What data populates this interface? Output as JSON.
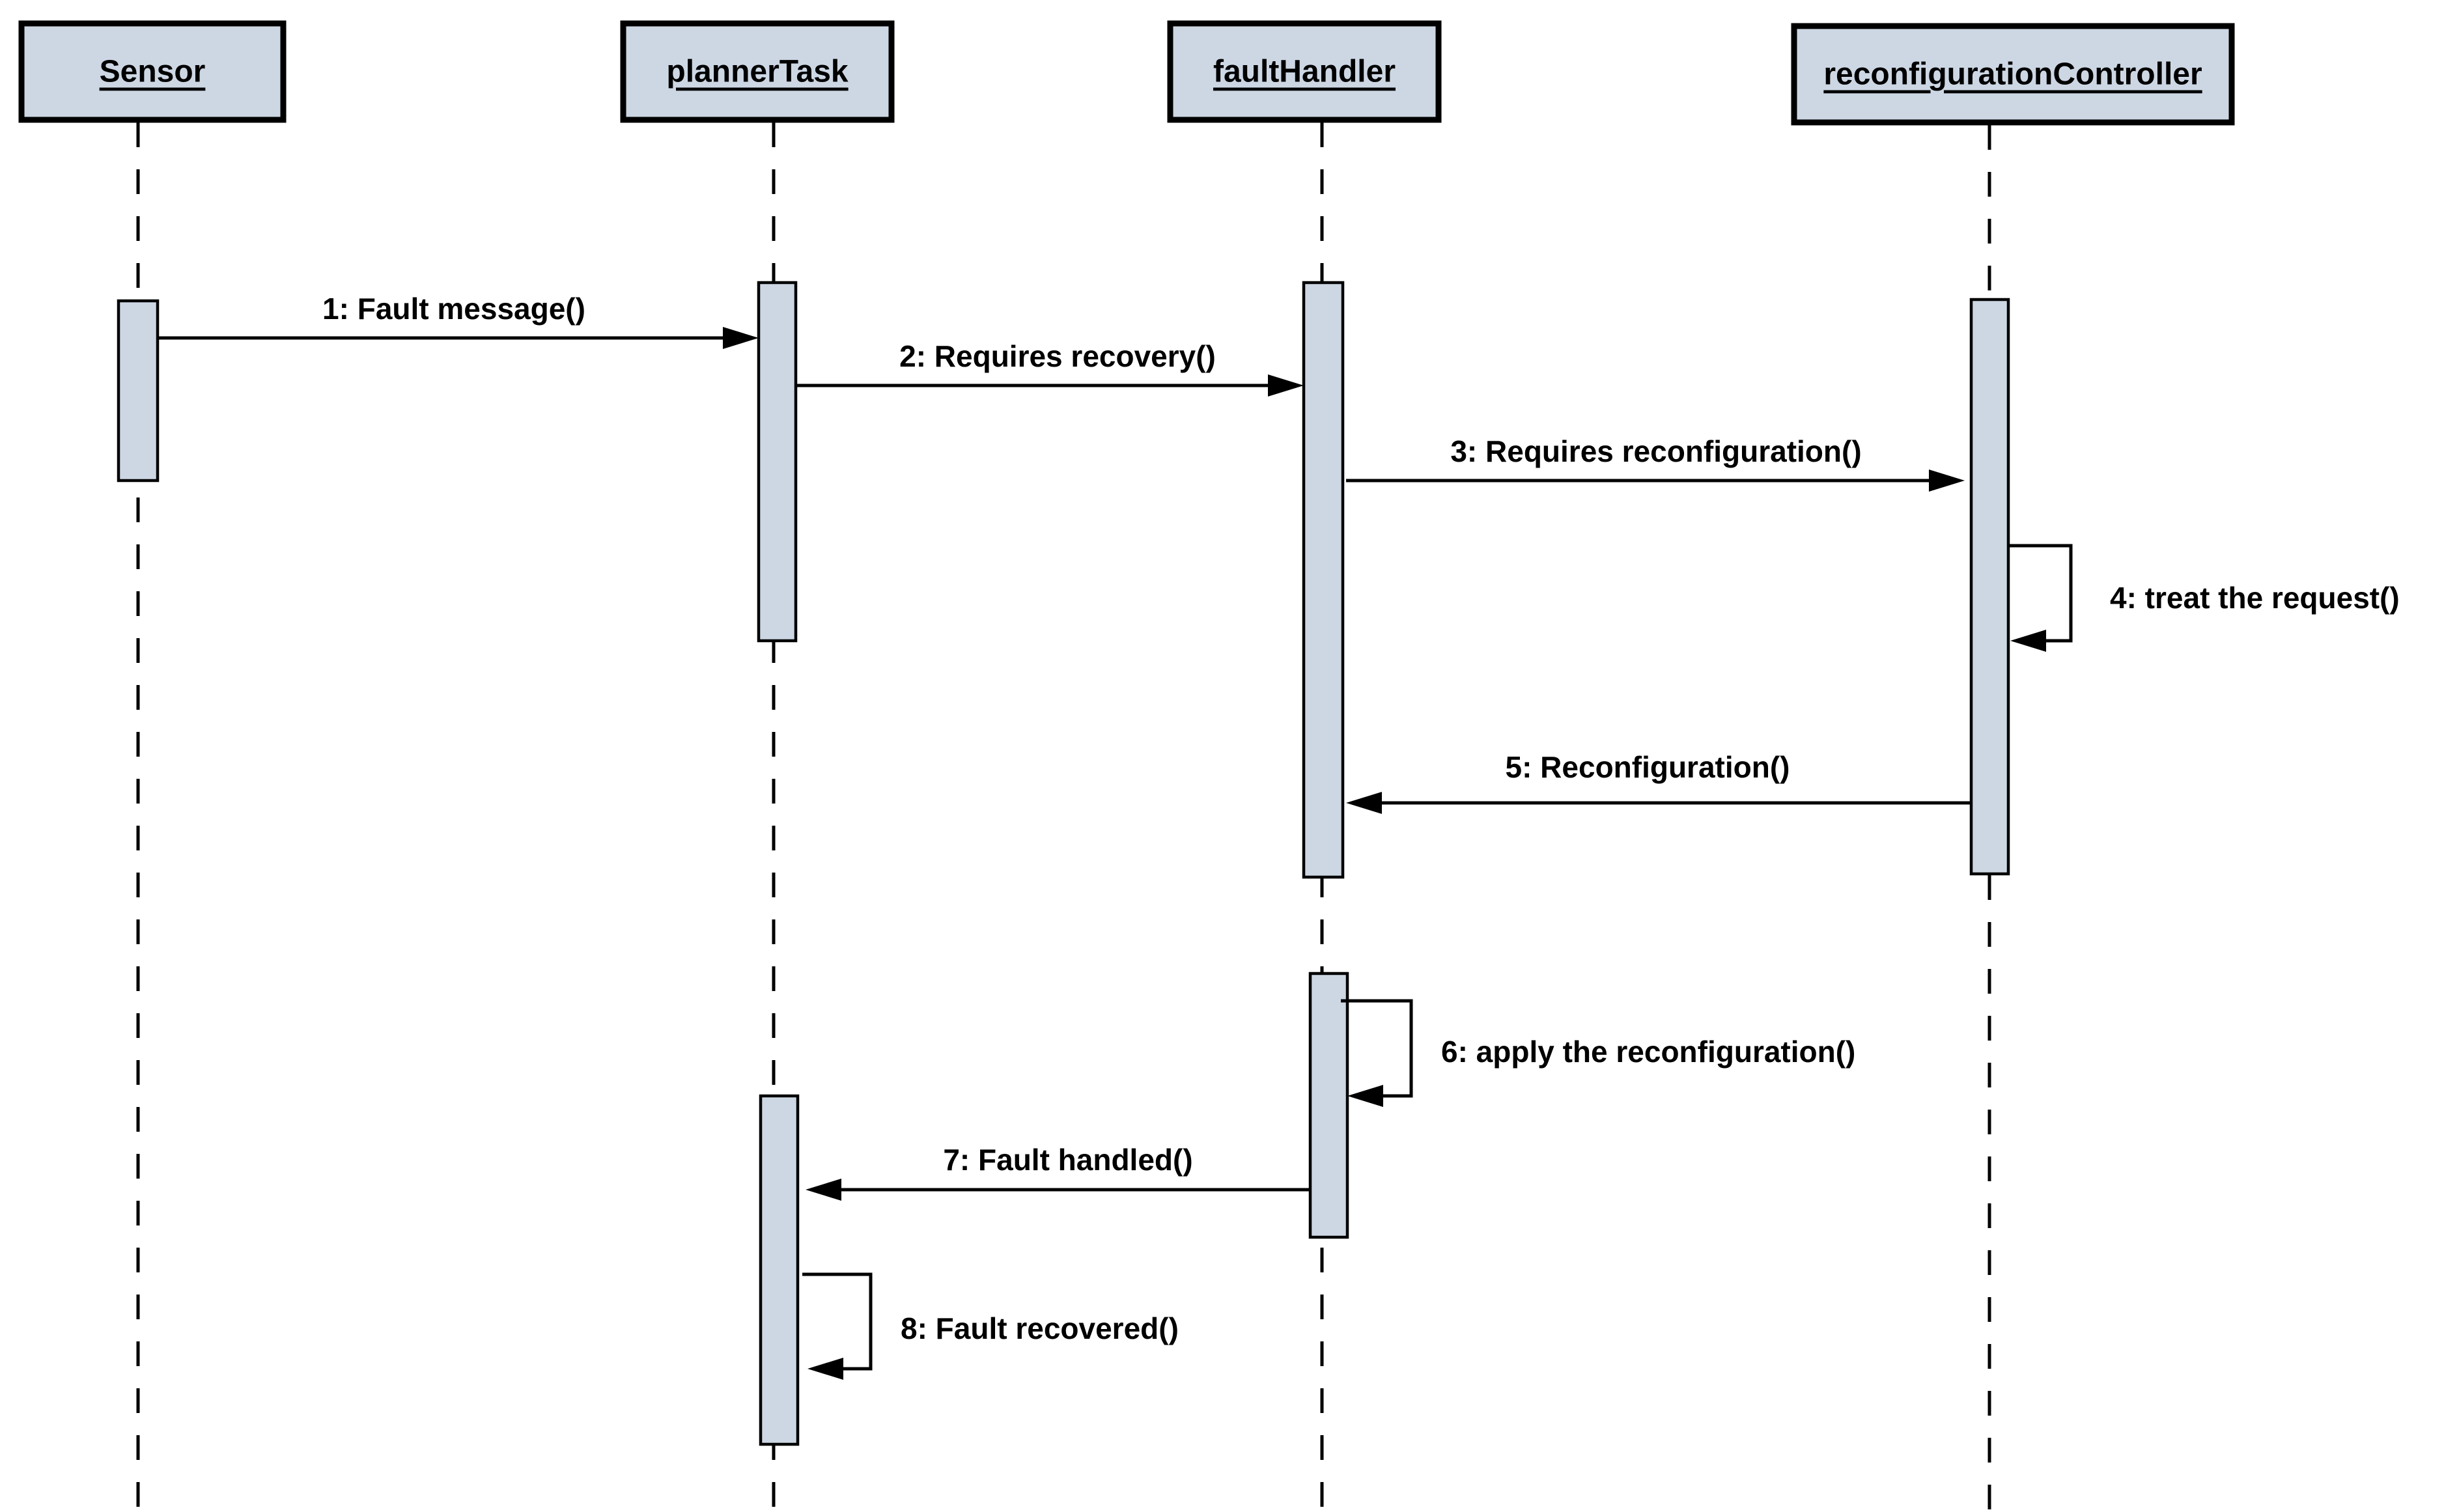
{
  "diagram": {
    "type": "uml-sequence-diagram",
    "colors": {
      "box_fill": "#cdd7e4",
      "stroke": "#000000",
      "text": "#000000",
      "background": "#ffffff"
    },
    "participants": [
      {
        "id": "sensor",
        "label": "Sensor"
      },
      {
        "id": "planner",
        "label": "plannerTask"
      },
      {
        "id": "fault",
        "label": "faultHandler"
      },
      {
        "id": "reconf",
        "label": "reconfigurationController"
      }
    ],
    "messages": [
      {
        "from": "sensor",
        "to": "planner",
        "label": "1: Fault message()"
      },
      {
        "from": "planner",
        "to": "fault",
        "label": "2: Requires recovery()"
      },
      {
        "from": "fault",
        "to": "reconf",
        "label": "3: Requires reconfiguration()"
      },
      {
        "from": "reconf",
        "to": "reconf",
        "label": "4: treat the request()"
      },
      {
        "from": "reconf",
        "to": "fault",
        "label": "5: Reconfiguration()"
      },
      {
        "from": "fault",
        "to": "fault",
        "label": "6: apply the reconfiguration()"
      },
      {
        "from": "fault",
        "to": "planner",
        "label": "7: Fault handled()"
      },
      {
        "from": "planner",
        "to": "planner",
        "label": "8: Fault recovered()"
      }
    ]
  }
}
